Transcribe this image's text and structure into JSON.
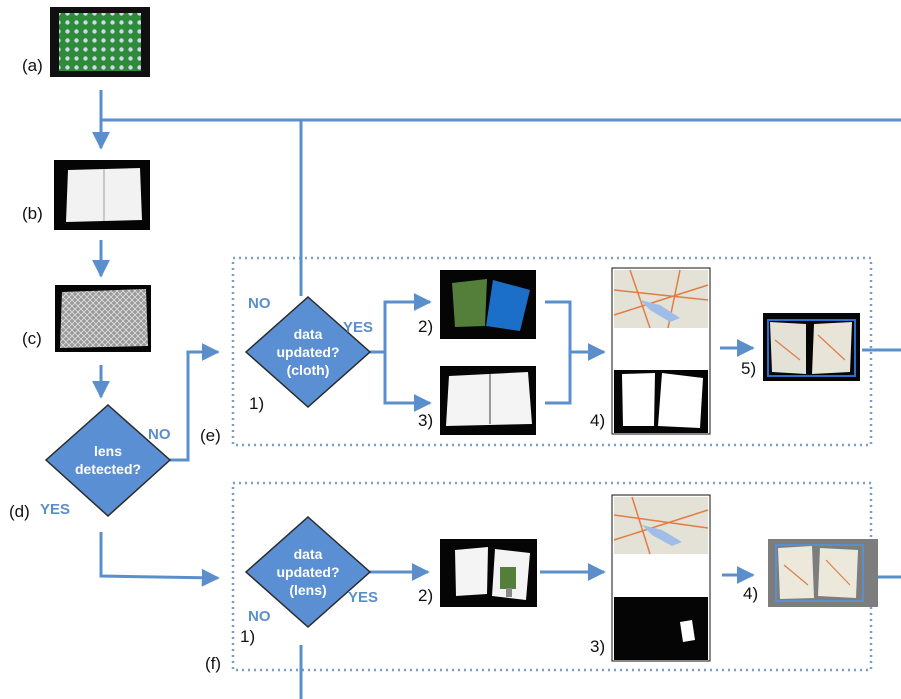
{
  "steps": {
    "a": "(a)",
    "b": "(b)",
    "c": "(c)",
    "d": "(d)",
    "e": "(e)",
    "f": "(f)"
  },
  "decisions": {
    "lens": [
      "lens",
      "detected?"
    ],
    "cloth": [
      "data",
      "updated?",
      "(cloth)"
    ],
    "lensdata": [
      "data",
      "updated?",
      "(lens)"
    ]
  },
  "keywords": {
    "d_no": "NO",
    "d_yes": "YES",
    "e_no": "NO",
    "e_yes": "YES",
    "f_no": "NO",
    "f_yes": "YES"
  },
  "substeps": {
    "e1": "1)",
    "e2": "2)",
    "e3": "3)",
    "e4": "4)",
    "e5": "5)",
    "f1": "1)",
    "f2": "2)",
    "f3": "3)",
    "f4": "4)"
  },
  "colors": {
    "line": "#5b8fcc",
    "diamond_fill": "#5b8fd3",
    "diamond_stroke": "#2a2a2a",
    "box_dash": "#7a9fc7"
  }
}
